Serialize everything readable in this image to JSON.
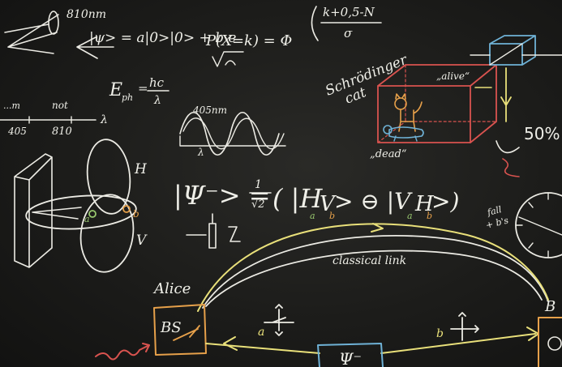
{
  "colors": {
    "board": "#1c1c1a",
    "chalk_white": "#ecebe4",
    "chalk_yellow": "#e9e07a",
    "chalk_orange": "#e6a04a",
    "chalk_red": "#d9534f",
    "chalk_blue": "#6fb2d6",
    "chalk_green": "#98c76e"
  },
  "writing": {
    "top_wavelength": "810nm",
    "top_state": "|ψ> = a|0>|0> + b e",
    "probability": "P(X=k) = Φ",
    "fraction_top": "k+0,5-N",
    "fraction_bottom": "σ",
    "photon_energy": "E",
    "photon_energy_sub": "ph",
    "photon_energy_rhs_num": "hc",
    "photon_energy_rhs_den": "λ",
    "axis_label_left": "...m",
    "axis_label_not": "not",
    "axis_tick_1": "405",
    "axis_tick_2": "810",
    "axis_end": "λ",
    "wave_label": "405nm",
    "wave_lambda": "λ",
    "cat_title_1": "Schrödinger",
    "cat_title_2": "cat",
    "alive": "„alive“",
    "dead": "„dead“",
    "percent": "50%",
    "polarization_H": "H",
    "polarization_V": "V",
    "label_a": "a",
    "label_b": "b",
    "bell_state_lhs": "|Ψ⁻> =",
    "bell_state_frac_num": "1",
    "bell_state_frac_den": "√2",
    "bell_state_rhs": "( |H",
    "bell_state_rhs_2": "V",
    "bell_state_rhs_3": "> ⊖ |V",
    "bell_state_rhs_4": "H",
    "bell_state_rhs_5": ">)",
    "classical_link": "classical link",
    "alice": "Alice",
    "bs": "BS",
    "psi_minus_box": "Ψ⁻",
    "right_edge_B": "B",
    "right_small_1": "fall",
    "right_small_2": "+ b's"
  }
}
